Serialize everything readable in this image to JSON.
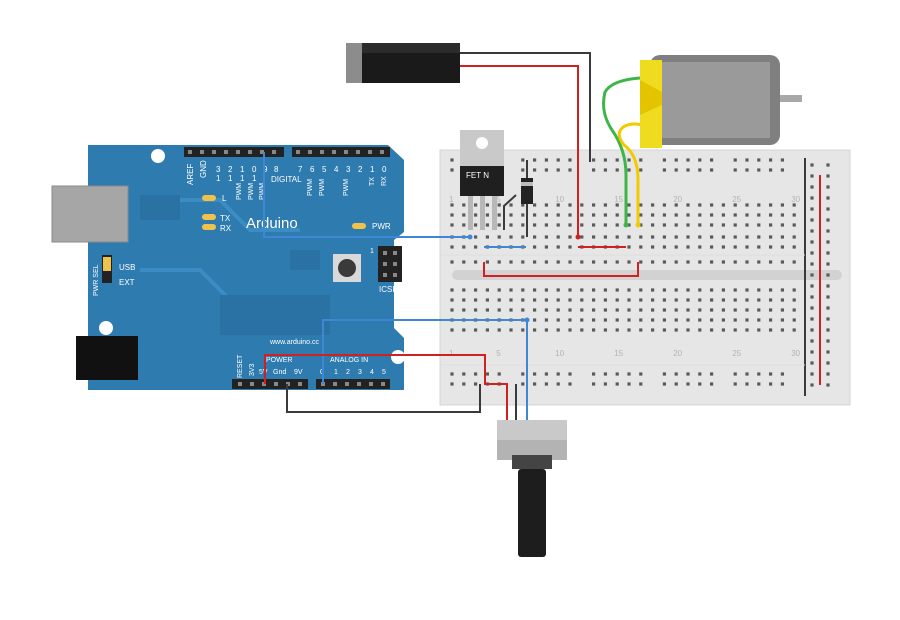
{
  "board": {
    "name": "Arduino",
    "url": "www.arduino.cc",
    "header_top_left": [
      "AREF",
      "GND",
      "13",
      "12",
      "11",
      "10",
      "9",
      "8"
    ],
    "header_top_right": [
      "7",
      "6",
      "5",
      "4",
      "3",
      "2",
      "1",
      "0"
    ],
    "digital_label": "DIGITAL",
    "pwm_label": "PWM",
    "tx_label": "TX",
    "rx_label": "RX",
    "led_l": "L",
    "led_tx": "TX",
    "led_rx": "RX",
    "pwr_led": "PWR",
    "usb_label": "USB",
    "ext_label": "EXT",
    "pwr_sel_label": "PWR SEL",
    "icsp_label": "ICSP",
    "icsp_pin": "1",
    "reset_label": "RESET",
    "v33_label": "3V3",
    "power_label": "POWER",
    "v5_label": "5V",
    "gnd_label": "Gnd",
    "v9_label": "9V",
    "analog_label": "ANALOG IN",
    "analog_pins": [
      "0",
      "1",
      "2",
      "3",
      "4",
      "5"
    ],
    "pin_nums_top_small": [
      "3",
      "2",
      "1",
      "0",
      "9",
      "8"
    ],
    "pin_nums_top_small2": [
      "1",
      "1",
      "1",
      "1"
    ]
  },
  "mosfet": {
    "label": "FET N"
  },
  "breadboard": {
    "col_numbers": [
      "1",
      "5",
      "10",
      "15",
      "20",
      "25",
      "30"
    ]
  },
  "colors": {
    "arduino_blue": "#2e7bb0",
    "wire_red": "#d0201f",
    "wire_blue": "#3f86d4",
    "wire_black": "#3a3a3a",
    "wire_green": "#3fb548",
    "wire_yellow": "#f3c900",
    "breadboard": "#e8e8e8"
  }
}
